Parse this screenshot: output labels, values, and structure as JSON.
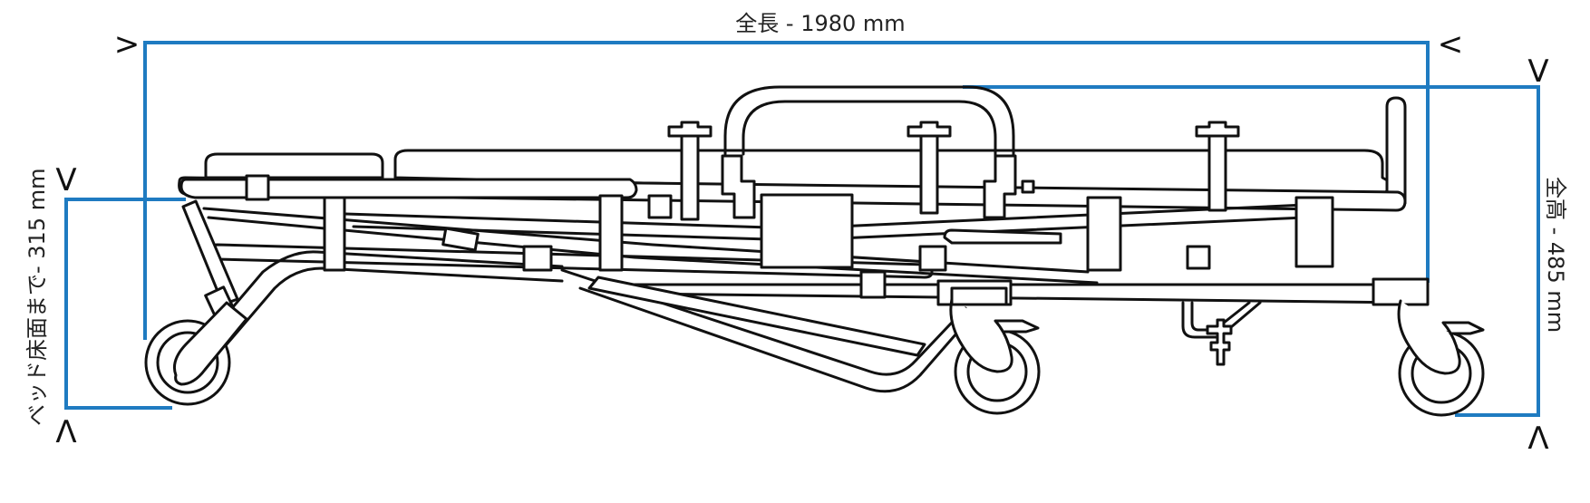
{
  "colors": {
    "dimension_line": "#1f7bc1",
    "drawing": "#111111",
    "background": "#ffffff"
  },
  "dimensions": {
    "length": {
      "label": "全長 - 1980 mm"
    },
    "height": {
      "label": "全高 - 485 mm"
    },
    "bed_height": {
      "label": "ベッド床面まで- 315 mm"
    }
  },
  "markers": {
    "right": ">",
    "left": "<",
    "down": "V",
    "up": "Λ"
  }
}
